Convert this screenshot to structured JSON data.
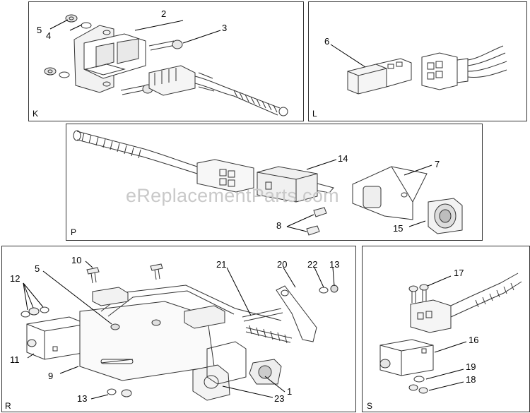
{
  "watermark": "eReplacementParts.com",
  "panels": {
    "K": {
      "letter": "K"
    },
    "L": {
      "letter": "L"
    },
    "P": {
      "letter": "P"
    },
    "R": {
      "letter": "R"
    },
    "S": {
      "letter": "S"
    }
  },
  "callouts": {
    "c2": "2",
    "c3": "3",
    "c4": "4",
    "c5k": "5",
    "c6": "6",
    "c14": "14",
    "c7": "7",
    "c8": "8",
    "c15": "15",
    "c10": "10",
    "c12": "12",
    "c5r": "5",
    "c21": "21",
    "c20": "20",
    "c22": "22",
    "c13a": "13",
    "c11": "11",
    "c9": "9",
    "c13b": "13",
    "c23": "23",
    "c1": "1",
    "c17": "17",
    "c16": "16",
    "c19": "19",
    "c18": "18"
  }
}
